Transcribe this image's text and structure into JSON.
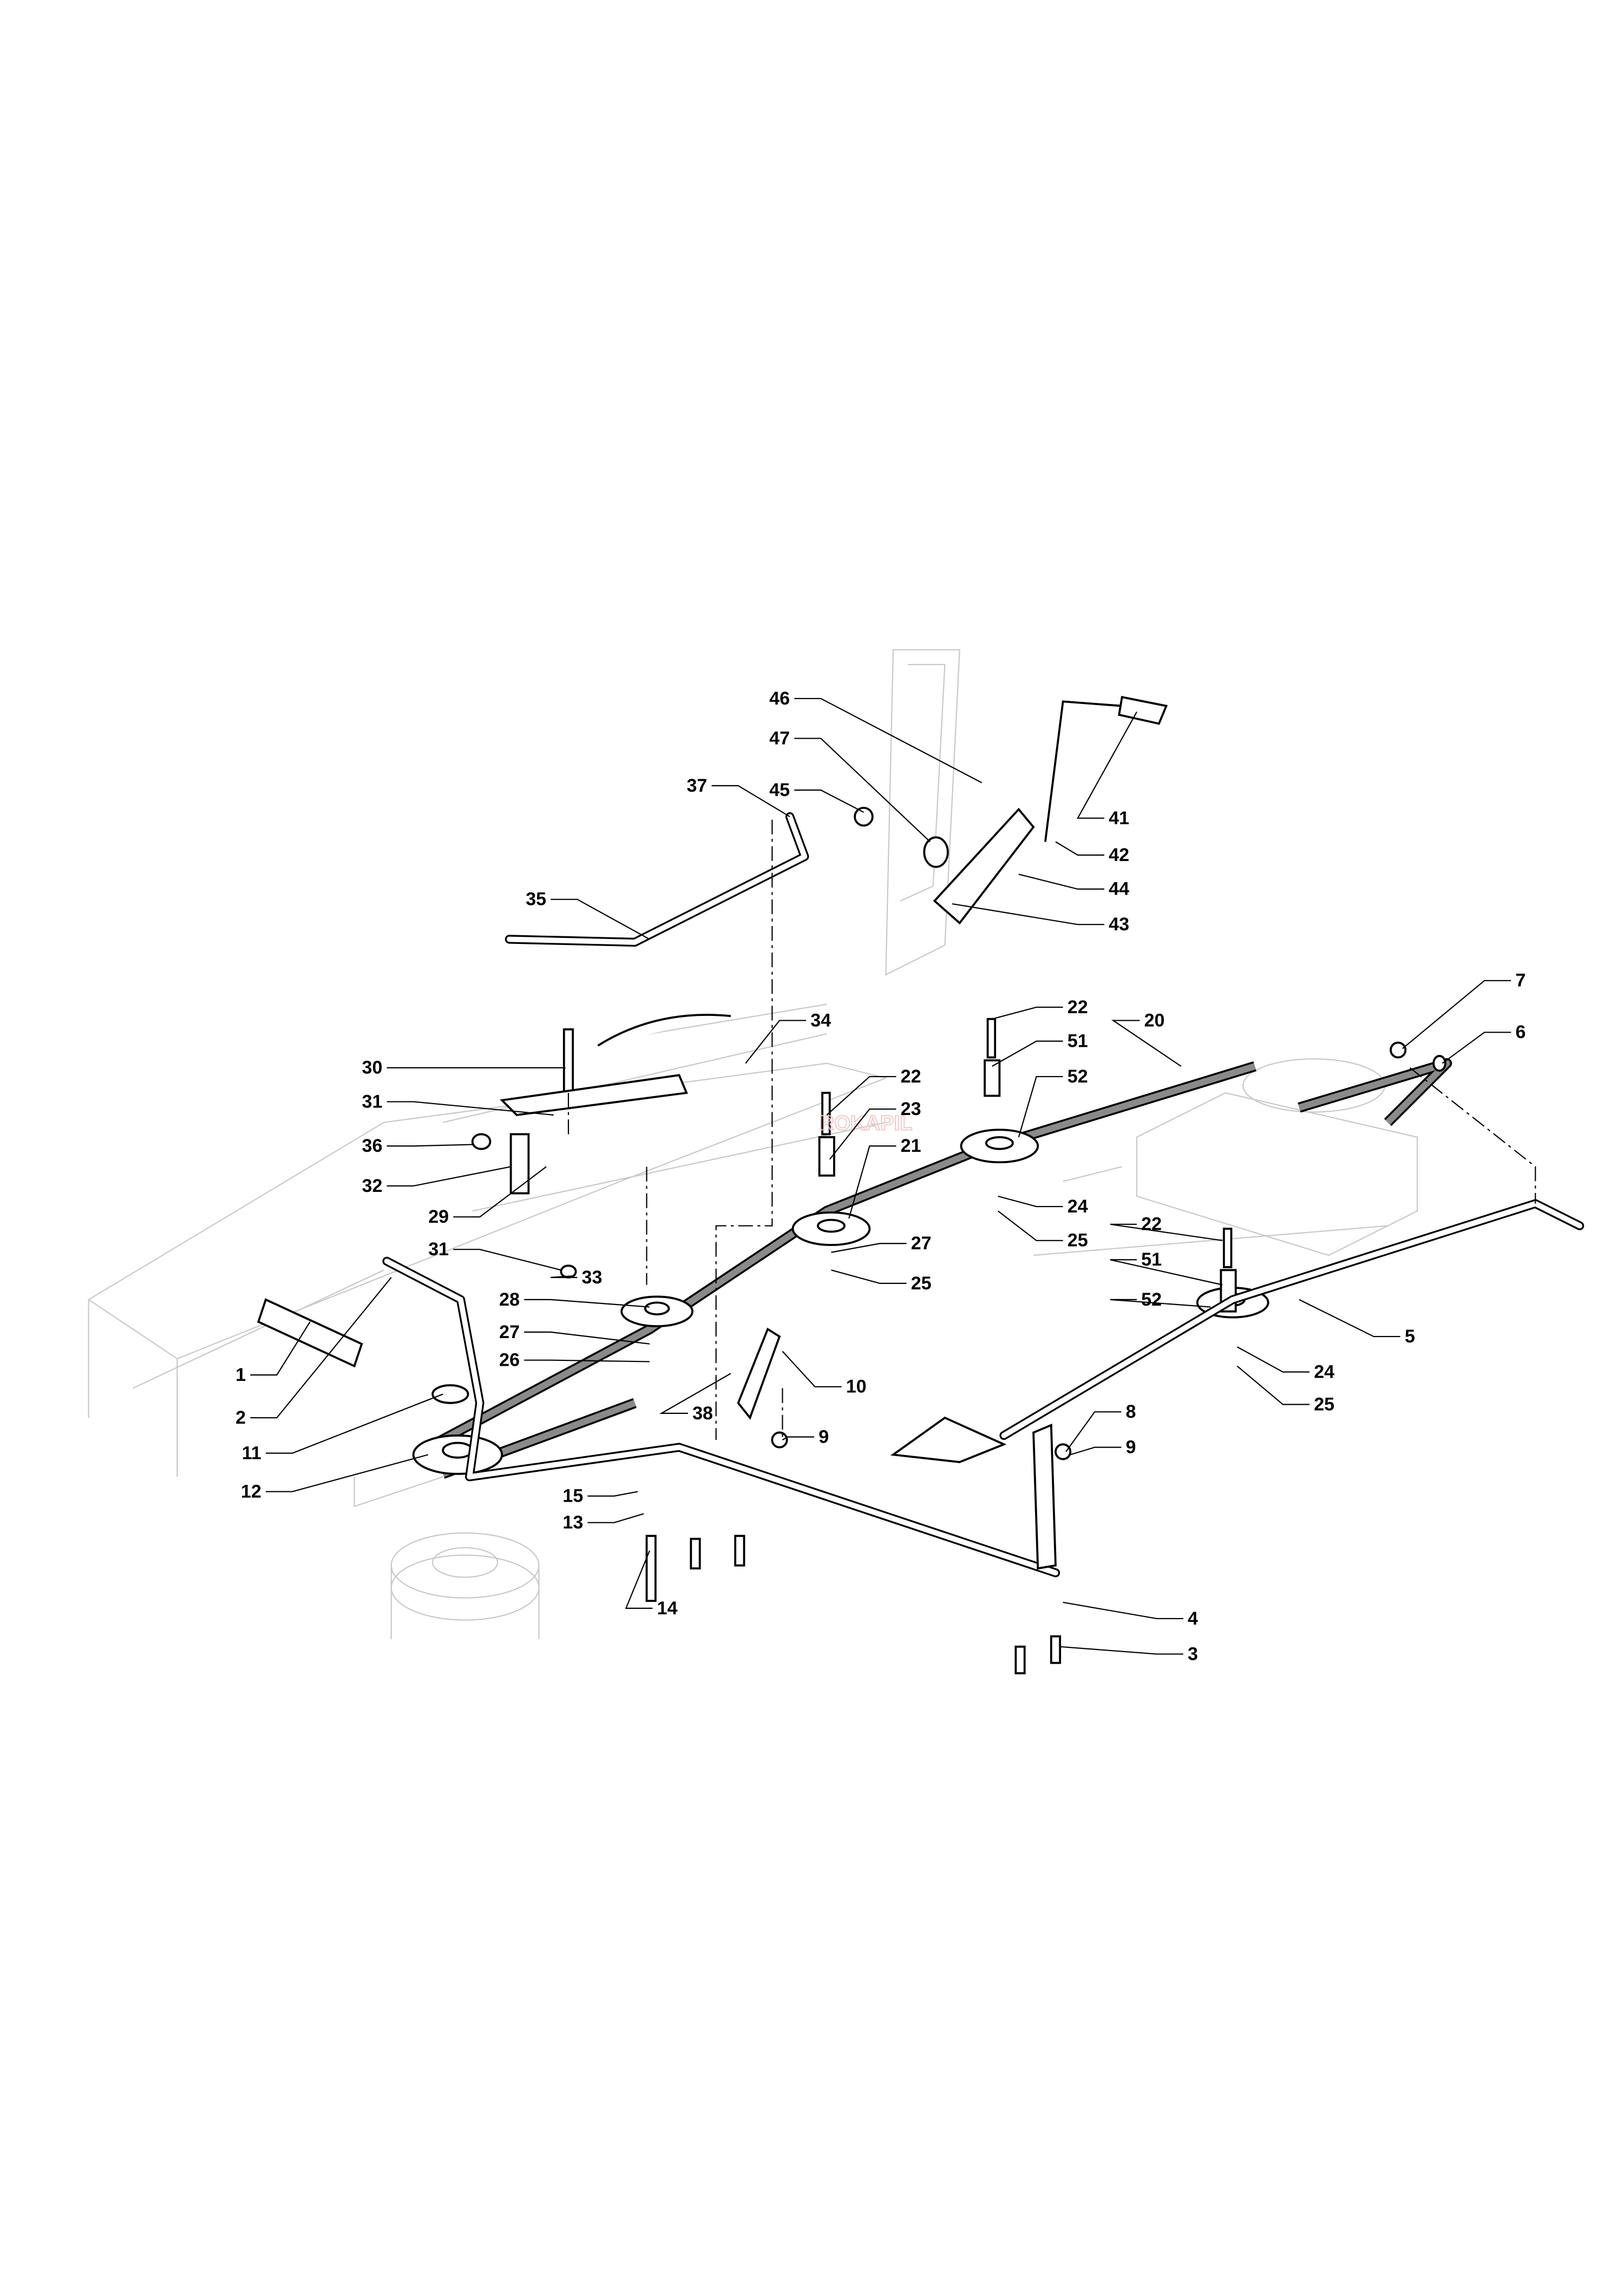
{
  "watermark": "ROKAPIL",
  "colors": {
    "line": "#000000",
    "ghost": "#c8c8c8",
    "belt": "#8a8a8a",
    "watermark": "#f0c8c8"
  },
  "callouts": [
    {
      "number": "46"
    },
    {
      "number": "47"
    },
    {
      "number": "45"
    },
    {
      "number": "37"
    },
    {
      "number": "41"
    },
    {
      "number": "42"
    },
    {
      "number": "44"
    },
    {
      "number": "43"
    },
    {
      "number": "35"
    },
    {
      "number": "34"
    },
    {
      "number": "22"
    },
    {
      "number": "20"
    },
    {
      "number": "51"
    },
    {
      "number": "52"
    },
    {
      "number": "7"
    },
    {
      "number": "6"
    },
    {
      "number": "30"
    },
    {
      "number": "22"
    },
    {
      "number": "23"
    },
    {
      "number": "31"
    },
    {
      "number": "36"
    },
    {
      "number": "21"
    },
    {
      "number": "32"
    },
    {
      "number": "29"
    },
    {
      "number": "24"
    },
    {
      "number": "25"
    },
    {
      "number": "22"
    },
    {
      "number": "31"
    },
    {
      "number": "33"
    },
    {
      "number": "51"
    },
    {
      "number": "27"
    },
    {
      "number": "28"
    },
    {
      "number": "52"
    },
    {
      "number": "25"
    },
    {
      "number": "5"
    },
    {
      "number": "27"
    },
    {
      "number": "26"
    },
    {
      "number": "1"
    },
    {
      "number": "10"
    },
    {
      "number": "2"
    },
    {
      "number": "24"
    },
    {
      "number": "11"
    },
    {
      "number": "38"
    },
    {
      "number": "25"
    },
    {
      "number": "12"
    },
    {
      "number": "9"
    },
    {
      "number": "8"
    },
    {
      "number": "9"
    },
    {
      "number": "15"
    },
    {
      "number": "13"
    },
    {
      "number": "14"
    },
    {
      "number": "4"
    },
    {
      "number": "3"
    }
  ]
}
